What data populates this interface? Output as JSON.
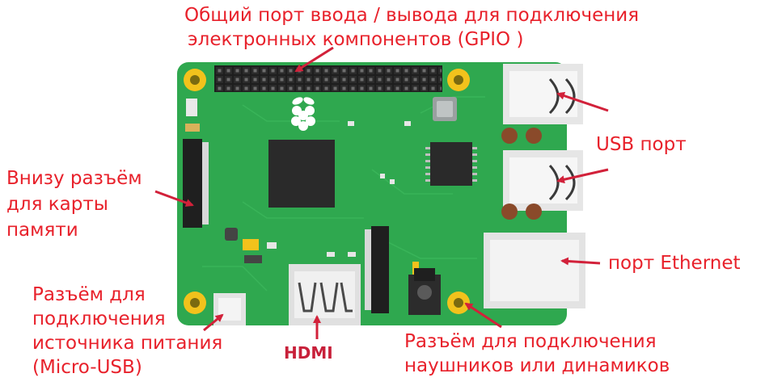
{
  "labels": {
    "gpio": [
      "Общий порт ввода / вывода для подключения",
      "электронных компонентов (GPIO )"
    ],
    "usb": "USB порт",
    "sd_card": [
      "Внизу разъём",
      "для карты",
      "памяти"
    ],
    "ethernet": "порт Ethernet",
    "power": [
      "Разъём для",
      "подключения",
      "источника питания",
      "(Micro-USB)"
    ],
    "hdmi": "HDMI",
    "audio": [
      "Разъём для подключения",
      "наушников или динамиков"
    ]
  },
  "colors": {
    "board": "#2fa84f",
    "board_dark": "#238a3e",
    "label": "#e8212b",
    "arrow": "#d2213a",
    "mount_hole": "#f2c21c"
  },
  "icons": {
    "logo": "raspberry-logo-icon"
  }
}
